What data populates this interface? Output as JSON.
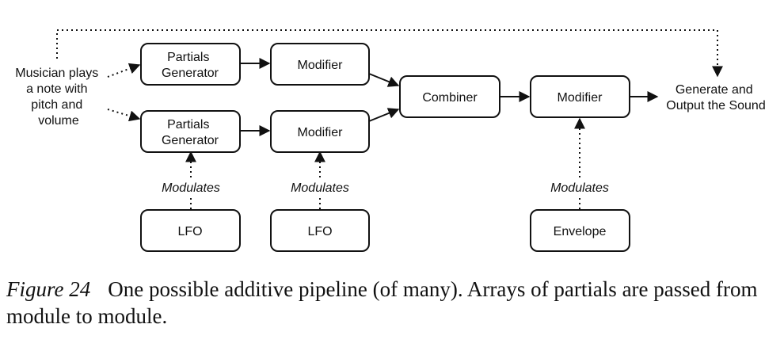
{
  "nodes": {
    "partials_generator_1": [
      "Partials",
      "Generator"
    ],
    "partials_generator_2": [
      "Partials",
      "Generator"
    ],
    "modifier_1": [
      "Modifier"
    ],
    "modifier_2": [
      "Modifier"
    ],
    "combiner": [
      "Combiner"
    ],
    "modifier_3": [
      "Modifier"
    ],
    "lfo_1": [
      "LFO"
    ],
    "lfo_2": [
      "LFO"
    ],
    "envelope": [
      "Envelope"
    ]
  },
  "notes": {
    "musician": [
      "Musician plays",
      "a note with",
      "pitch and",
      "volume"
    ],
    "output": [
      "Generate and",
      "Output the Sound"
    ]
  },
  "modulates_label": "Modulates",
  "caption": {
    "label": "Figure 24",
    "text": "One possible additive pipeline (of many).  Arrays of partials are passed from module to module."
  }
}
